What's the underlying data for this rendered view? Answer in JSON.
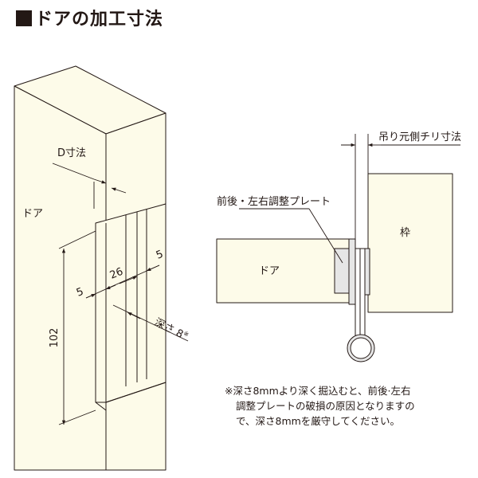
{
  "title": "ドアの加工寸法",
  "left_view": {
    "door_label": "ドア",
    "d_dimension_label": "D寸法",
    "width_left": "5",
    "width_middle": "26",
    "width_right": "5",
    "height": "102",
    "depth_label": "深さ 8",
    "depth_mark": "※"
  },
  "right_view": {
    "hinge_clearance_label": "吊り元側チリ寸法",
    "plate_label": "前後・左右調整プレート",
    "frame_label": "枠",
    "door_label": "ドア"
  },
  "note": {
    "line1": "※深さ8mmより深く掘込むと、前後·左右",
    "line2": "調整プレートの破損の原因となりますの",
    "line3": "で、深さ8mmを厳守してください。"
  },
  "colors": {
    "fill": "#fdfbe9",
    "line": "#231815",
    "hinge_gray": "#e6e6e6"
  }
}
